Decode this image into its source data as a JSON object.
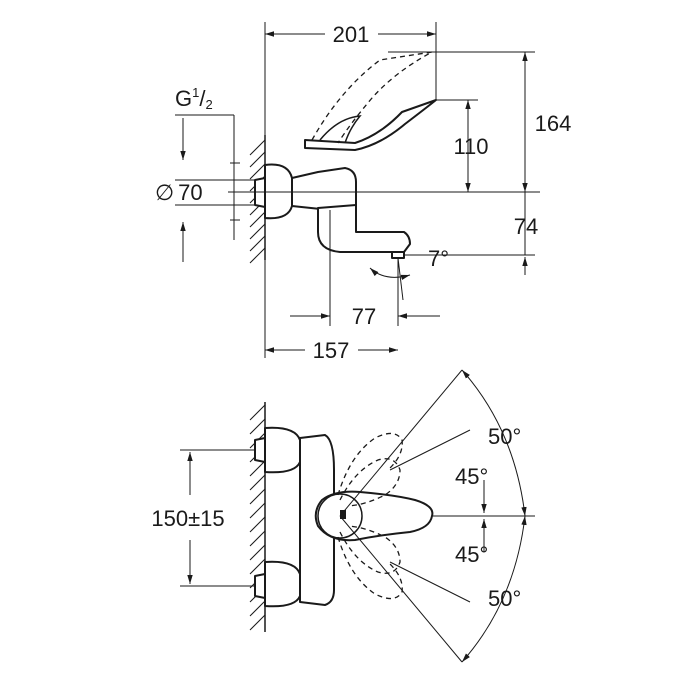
{
  "side_view": {
    "dims": {
      "overall_depth": "201",
      "lever_height": "164",
      "lever_to_axis": "110",
      "thread_g": "G",
      "thread_num": "1",
      "thread_den": "2",
      "cover_diameter_symbol": "∅",
      "cover_diameter": "70",
      "spout_drop": "74",
      "spout_angle": "7°",
      "spout_reach": "77",
      "body_depth": "157"
    }
  },
  "top_view": {
    "dims": {
      "centres": "150±15",
      "angle_upper_outer": "50°",
      "angle_upper_inner": "45°",
      "angle_lower_inner": "45°",
      "angle_lower_outer": "50°"
    }
  }
}
